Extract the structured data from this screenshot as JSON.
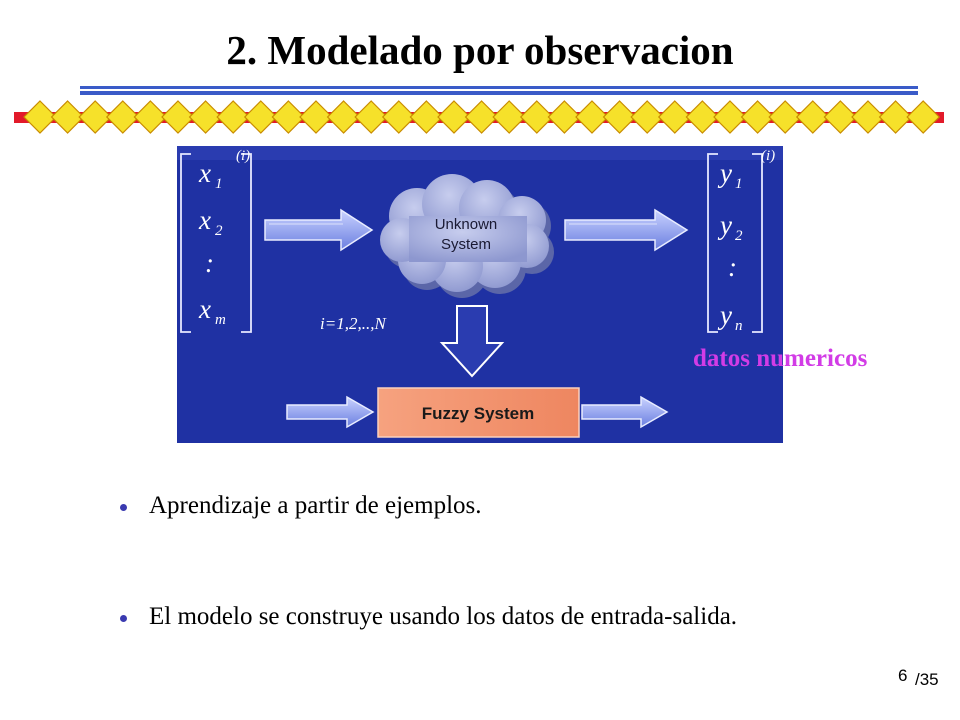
{
  "title": "2. Modelado por observacion",
  "diagram": {
    "input_vector": [
      "x",
      "x",
      ":",
      "x"
    ],
    "input_subscripts": [
      "1",
      "2",
      "",
      "m"
    ],
    "output_vector": [
      "y",
      "y",
      ":",
      "y"
    ],
    "output_subscripts": [
      "1",
      "2",
      "",
      "n"
    ],
    "superscript": "(i)",
    "unknown_system_line1": "Unknown",
    "unknown_system_line2": "System",
    "index_label": "i=1,2,..,N",
    "fuzzy_system_label": "Fuzzy System",
    "colors": {
      "background": "#1f31a3",
      "fuzzy_box": "#f4926f",
      "cloud": "#9aa4d8"
    }
  },
  "datos_label": "datos numericos",
  "bullets": [
    "Aprendizaje a partir de ejemplos.",
    "El modelo se construye usando los datos de entrada-salida."
  ],
  "footer": {
    "page": "6",
    "total": "/35"
  }
}
